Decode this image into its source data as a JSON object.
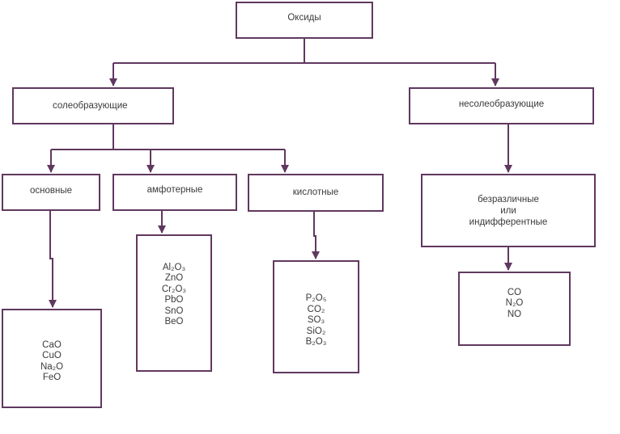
{
  "root": {
    "label": "Оксиды"
  },
  "salt_forming": {
    "label": "солеобразующие"
  },
  "non_salt_forming": {
    "label": "несолеобразующие"
  },
  "basic": {
    "label": "основные",
    "formulas": [
      "CaO",
      "CuO",
      "Na₂O",
      "FeO"
    ]
  },
  "amphoteric": {
    "label": "амфотерные",
    "formulas": [
      "Al₂O₃",
      "ZnO",
      "Cr₂O₃",
      "PbO",
      "SnO",
      "BeO"
    ]
  },
  "acidic": {
    "label": "кислотные",
    "formulas": [
      "P₂O₅",
      "CO₂",
      "SO₃",
      "SiO₂",
      "B₂O₃"
    ]
  },
  "indifferent": {
    "label_lines": [
      "безразличные",
      "или",
      "индифферентные"
    ],
    "formulas": [
      "CO",
      "N₂O",
      "NO"
    ]
  },
  "colors": {
    "line": "#60385f",
    "text": "#3a3a3a"
  }
}
